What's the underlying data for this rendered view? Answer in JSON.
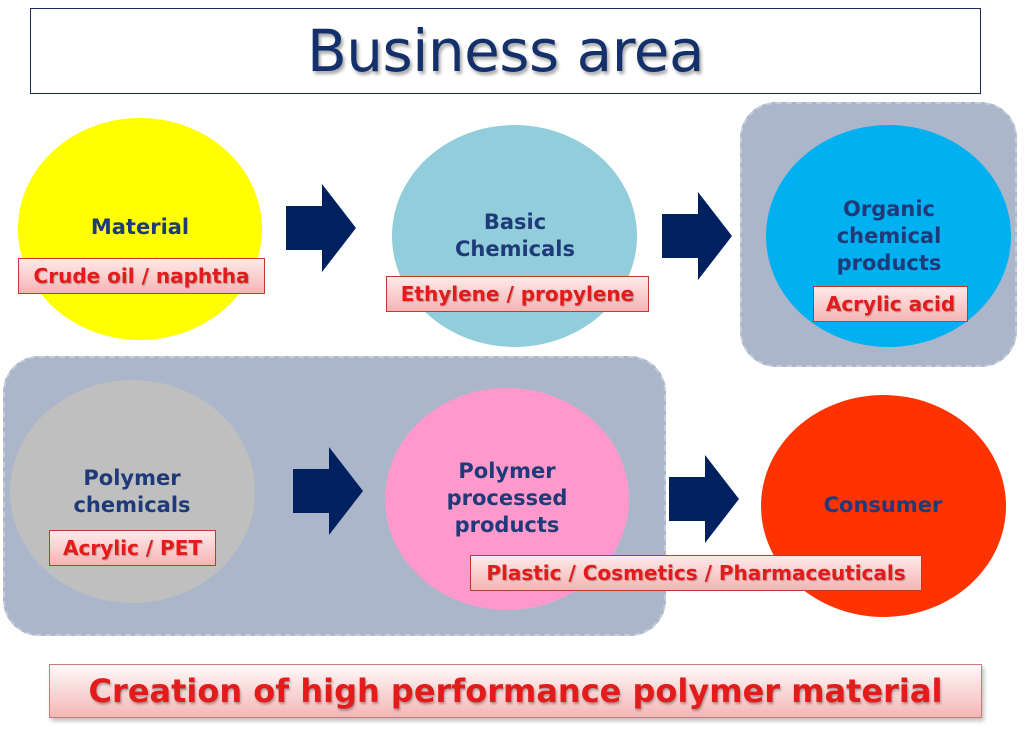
{
  "title": "Business area",
  "nodes": {
    "material": {
      "label": "Material",
      "tag": "Crude oil / naphtha",
      "color": "#ffff00"
    },
    "basic": {
      "label": "Basic\nChemicals",
      "tag": "Ethylene / propylene",
      "color": "#92cddc"
    },
    "organic": {
      "label": "Organic\nchemical\nproducts",
      "tag": "Acrylic acid",
      "color": "#00b0f0"
    },
    "polymer_chem": {
      "label": "Polymer\nchemicals",
      "tag": "Acrylic / PET",
      "color": "#bfbfbf"
    },
    "polymer_proc": {
      "label": "Polymer\nprocessed\nproducts",
      "tag": "Plastic / Cosmetics / Pharmaceuticals",
      "color": "#ff99cc"
    },
    "consumer": {
      "label": "Consumer",
      "color": "#ff3300"
    }
  },
  "banner": "Creation of high performance polymer material",
  "colors": {
    "arrow": "#002060",
    "group": "#abb6ca",
    "title": "#14306b",
    "tag_text": "#e31b1b"
  }
}
